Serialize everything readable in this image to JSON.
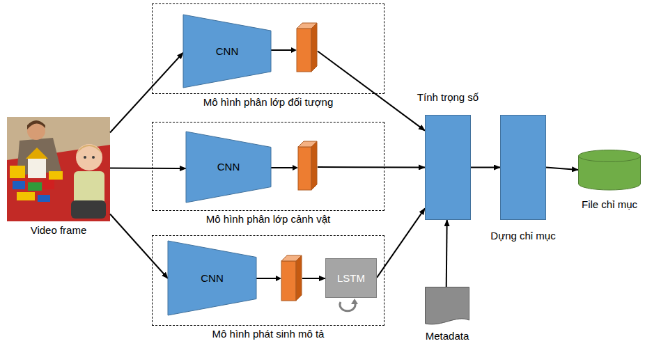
{
  "diagram": {
    "nodes": [
      {
        "text": [
          "Video frame"
        ]
      },
      {
        "text": [
          "Mô hình phân lớp đối tượng"
        ]
      },
      {
        "text": [
          "CNN"
        ],
        "in": 1
      },
      {
        "text": [
          "Mô hình phân lớp cảnh vật"
        ]
      },
      {
        "text": [
          "CNN"
        ],
        "in": 3
      },
      {
        "text": [
          "Mô hình phát sinh mô tả"
        ]
      },
      {
        "text": [
          "CNN"
        ],
        "in": 5
      },
      {
        "text": [
          "LSTM"
        ],
        "in": 5
      },
      {
        "text": [
          "Tính trọng số"
        ]
      },
      {
        "text": [
          "Dựng chỉ mục"
        ]
      },
      {
        "text": [
          "File chỉ mục"
        ]
      },
      {
        "text": [
          "Metadata"
        ]
      }
    ],
    "edges": [
      {
        "from": 0,
        "to": 2,
        "arrow": "to"
      },
      {
        "from": 0,
        "to": 4,
        "arrow": "to"
      },
      {
        "from": 0,
        "to": 6,
        "arrow": "to"
      },
      {
        "from": 2,
        "to": 8,
        "arrow": "to"
      },
      {
        "from": 4,
        "to": 8,
        "arrow": "to"
      },
      {
        "from": 6,
        "to": 7,
        "arrow": "to"
      },
      {
        "from": 7,
        "to": 8,
        "arrow": "to"
      },
      {
        "from": 11,
        "to": 8,
        "arrow": "to"
      },
      {
        "from": 8,
        "to": 9,
        "arrow": "to"
      },
      {
        "from": 9,
        "to": 10,
        "arrow": "to"
      }
    ]
  }
}
